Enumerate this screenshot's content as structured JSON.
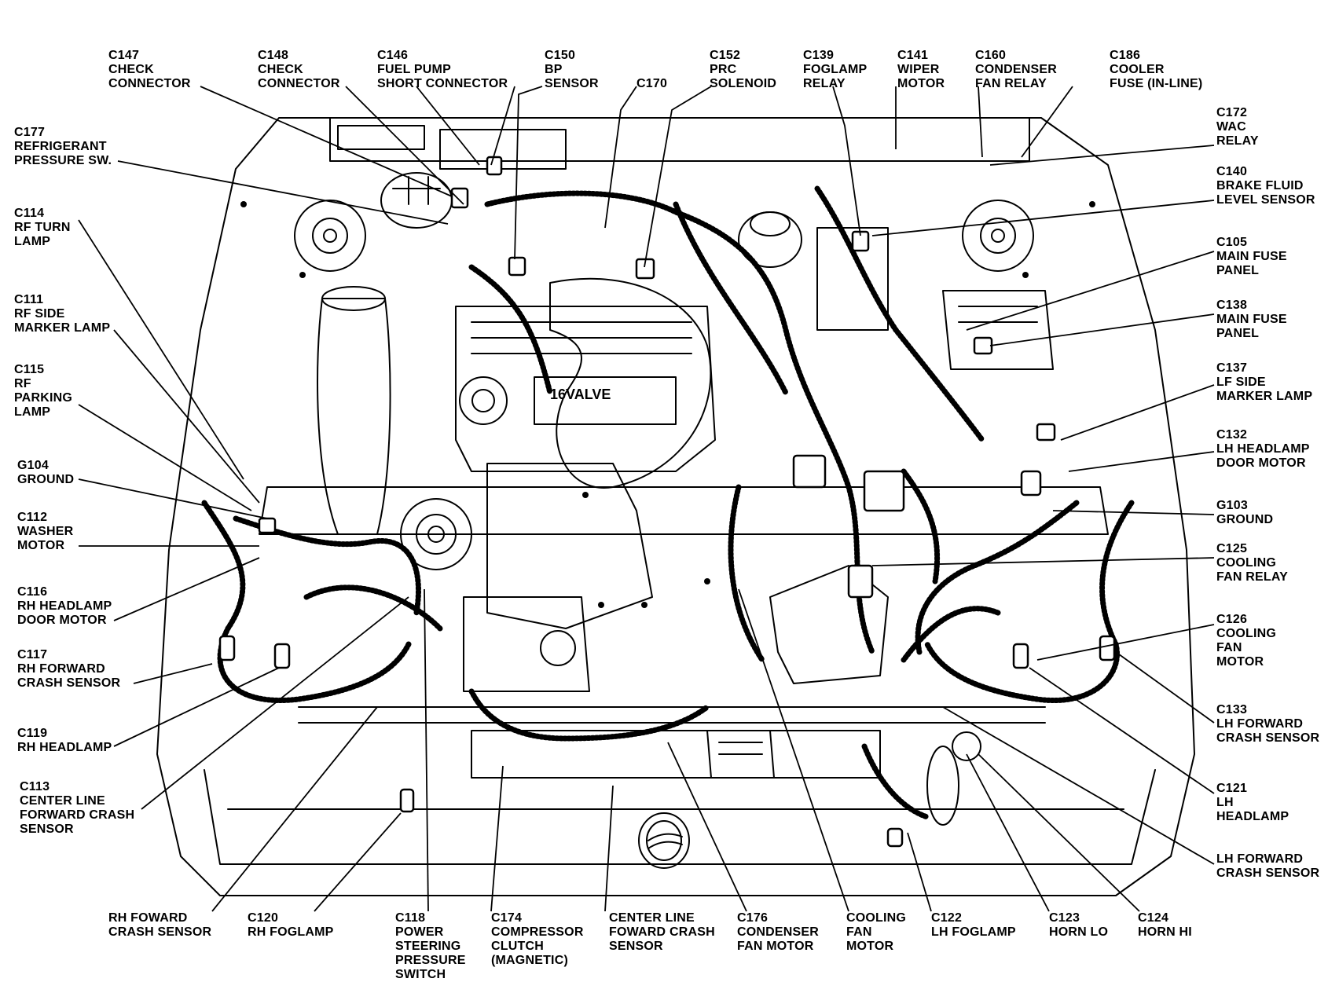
{
  "diagram": {
    "callouts": [
      {
        "id": "c147",
        "lines": [
          "C147",
          "CHECK",
          "CONNECTOR"
        ]
      },
      {
        "id": "c148",
        "lines": [
          "C148",
          "CHECK",
          "CONNECTOR"
        ]
      },
      {
        "id": "c146",
        "lines": [
          "C146",
          "FUEL PUMP",
          "SHORT CONNECTOR"
        ]
      },
      {
        "id": "c150",
        "lines": [
          "C150",
          "BP",
          "SENSOR"
        ]
      },
      {
        "id": "c170",
        "lines": [
          "C170"
        ]
      },
      {
        "id": "c152",
        "lines": [
          "C152",
          "PRC",
          "SOLENOID"
        ]
      },
      {
        "id": "c139",
        "lines": [
          "C139",
          "FOGLAMP",
          "RELAY"
        ]
      },
      {
        "id": "c141",
        "lines": [
          "C141",
          "WIPER",
          "MOTOR"
        ]
      },
      {
        "id": "c160",
        "lines": [
          "C160",
          "CONDENSER",
          "FAN RELAY"
        ]
      },
      {
        "id": "c186",
        "lines": [
          "C186",
          "COOLER",
          "FUSE (IN-LINE)"
        ]
      },
      {
        "id": "c177",
        "lines": [
          "C177",
          "REFRIGERANT",
          "PRESSURE SW."
        ]
      },
      {
        "id": "c114",
        "lines": [
          "C114",
          "RF TURN",
          "LAMP"
        ]
      },
      {
        "id": "c111",
        "lines": [
          "C111",
          "RF SIDE",
          "MARKER LAMP"
        ]
      },
      {
        "id": "c115",
        "lines": [
          "C115",
          "RF",
          "PARKING",
          "LAMP"
        ]
      },
      {
        "id": "g104",
        "lines": [
          "G104",
          "GROUND"
        ]
      },
      {
        "id": "c112",
        "lines": [
          "C112",
          "WASHER",
          "MOTOR"
        ]
      },
      {
        "id": "c116",
        "lines": [
          "C116",
          "RH HEADLAMP",
          "DOOR MOTOR"
        ]
      },
      {
        "id": "c117",
        "lines": [
          "C117",
          "RH FORWARD",
          "CRASH SENSOR"
        ]
      },
      {
        "id": "c119",
        "lines": [
          "C119",
          "RH HEADLAMP"
        ]
      },
      {
        "id": "c113",
        "lines": [
          "C113",
          "CENTER LINE",
          "FORWARD CRASH",
          "SENSOR"
        ]
      },
      {
        "id": "c172",
        "lines": [
          "C172",
          "WAC",
          "RELAY"
        ]
      },
      {
        "id": "c140",
        "lines": [
          "C140",
          "BRAKE FLUID",
          "LEVEL SENSOR"
        ]
      },
      {
        "id": "c105",
        "lines": [
          "C105",
          "MAIN FUSE",
          "PANEL"
        ]
      },
      {
        "id": "c138",
        "lines": [
          "C138",
          "MAIN FUSE",
          "PANEL"
        ]
      },
      {
        "id": "c137",
        "lines": [
          "C137",
          "LF SIDE",
          "MARKER LAMP"
        ]
      },
      {
        "id": "c132",
        "lines": [
          "C132",
          "LH HEADLAMP",
          "DOOR MOTOR"
        ]
      },
      {
        "id": "g103",
        "lines": [
          "G103",
          "GROUND"
        ]
      },
      {
        "id": "c125",
        "lines": [
          "C125",
          "COOLING",
          "FAN RELAY"
        ]
      },
      {
        "id": "c126",
        "lines": [
          "C126",
          "COOLING",
          "FAN",
          "MOTOR"
        ]
      },
      {
        "id": "c133",
        "lines": [
          "C133",
          "LH FORWARD",
          "CRASH SENSOR"
        ]
      },
      {
        "id": "c121",
        "lines": [
          "C121",
          "LH",
          "HEADLAMP"
        ]
      },
      {
        "id": "lhfcs",
        "lines": [
          "LH FORWARD",
          "CRASH SENSOR"
        ]
      },
      {
        "id": "rhfcs",
        "lines": [
          "RH FOWARD",
          "CRASH SENSOR"
        ]
      },
      {
        "id": "c120",
        "lines": [
          "C120",
          "RH FOGLAMP"
        ]
      },
      {
        "id": "c118",
        "lines": [
          "C118",
          "POWER",
          "STEERING",
          "PRESSURE",
          "SWITCH"
        ]
      },
      {
        "id": "c174",
        "lines": [
          "C174",
          "COMPRESSOR",
          "CLUTCH",
          "(MAGNETIC)"
        ]
      },
      {
        "id": "clfcs",
        "lines": [
          "CENTER LINE",
          "FOWARD CRASH",
          "SENSOR"
        ]
      },
      {
        "id": "c176",
        "lines": [
          "C176",
          "CONDENSER",
          "FAN MOTOR"
        ]
      },
      {
        "id": "cfm",
        "lines": [
          "COOLING",
          "FAN",
          "MOTOR"
        ]
      },
      {
        "id": "c122",
        "lines": [
          "C122",
          "LH FOGLAMP"
        ]
      },
      {
        "id": "c123",
        "lines": [
          "C123",
          "HORN LO"
        ]
      },
      {
        "id": "c124",
        "lines": [
          "C124",
          "HORN HI"
        ]
      }
    ],
    "engine_badge": "16VALVE"
  }
}
